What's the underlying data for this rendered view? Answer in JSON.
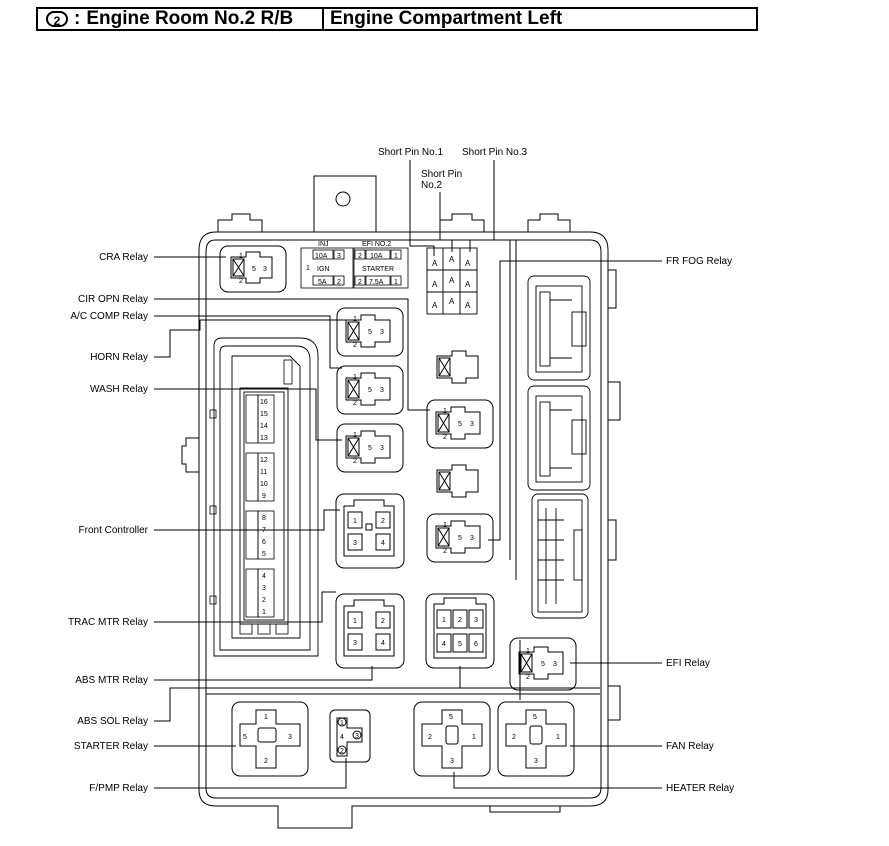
{
  "header": {
    "circle_number": "2",
    "separator": ":",
    "title": "Engine Room No.2 R/B",
    "location": "Engine Compartment Left"
  },
  "labels": {
    "short_pin_1": "Short Pin No.1",
    "short_pin_2_line1": "Short Pin",
    "short_pin_2_line2": "No.2",
    "short_pin_3": "Short Pin No.3",
    "cra_relay": "CRA Relay",
    "cir_opn_relay": "CIR OPN Relay",
    "ac_comp_relay": "A/C COMP Relay",
    "horn_relay": "HORN Relay",
    "wash_relay": "WASH Relay",
    "front_controller": "Front Controller",
    "trac_mtr_relay": "TRAC MTR Relay",
    "abs_mtr_relay": "ABS MTR Relay",
    "abs_sol_relay": "ABS SOL Relay",
    "starter_relay": "STARTER Relay",
    "fpmp_relay": "F/PMP Relay",
    "fr_fog_relay": "FR FOG Relay",
    "efi_relay": "EFI Relay",
    "fan_relay": "FAN Relay",
    "heater_relay": "HEATER Relay"
  },
  "fuses": {
    "inj": "INJ",
    "inj_amp": "10A",
    "inj_pin_a": "3",
    "inj_pin_b": "1",
    "ign": "IGN",
    "ign_amp": "5A",
    "ign_pin": "2",
    "efi_no2": "EFI NO.2",
    "efi_no2_pin_a": "2",
    "efi_no2_amp": "10A",
    "efi_no2_pin_b": "1",
    "starter": "STARTER",
    "starter_pin_a": "2",
    "starter_amp": "7.5A",
    "starter_pin_b": "1"
  },
  "short_pin_letter": "A",
  "relay_pins": {
    "p1": "1",
    "p2": "2",
    "p3": "3",
    "p4": "4",
    "p5": "5",
    "p6": "6"
  },
  "controller_pins": [
    "16",
    "15",
    "14",
    "13",
    "12",
    "11",
    "10",
    "9",
    "8",
    "7",
    "6",
    "5",
    "4",
    "3",
    "2",
    "1"
  ]
}
